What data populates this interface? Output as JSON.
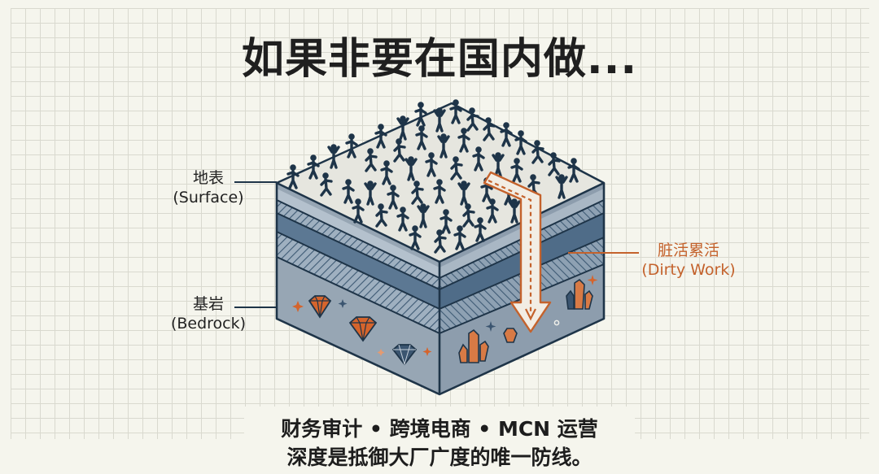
{
  "title": "如果非要在国内做...",
  "labels": {
    "surface": {
      "zh": "地表",
      "en": "(Surface)"
    },
    "bedrock": {
      "zh": "基岩",
      "en": "(Bedrock)"
    },
    "dirty_work": {
      "zh": "脏活累活",
      "en": "(Dirty Work)"
    }
  },
  "caption": {
    "line1": "财务审计 • 跨境电商 • MCN 运营",
    "line2": "深度是抵御大厂广度的唯一防线。"
  },
  "colors": {
    "background": "#f5f5ed",
    "grid": "#d9d9cf",
    "ink": "#1e3448",
    "surface_top": "#e6e6df",
    "layer_light": "#9fb0c0",
    "layer_dark": "#5c7893",
    "bedrock": "#97a6b4",
    "accent": "#c4622c"
  },
  "diagram": {
    "type": "isometric-geological-cross-section",
    "layers": [
      "Surface (crowd of people)",
      "Striped sediment layers",
      "Bedrock with gems and crystals"
    ],
    "arrow": "dashed path from surface down into bedrock"
  }
}
